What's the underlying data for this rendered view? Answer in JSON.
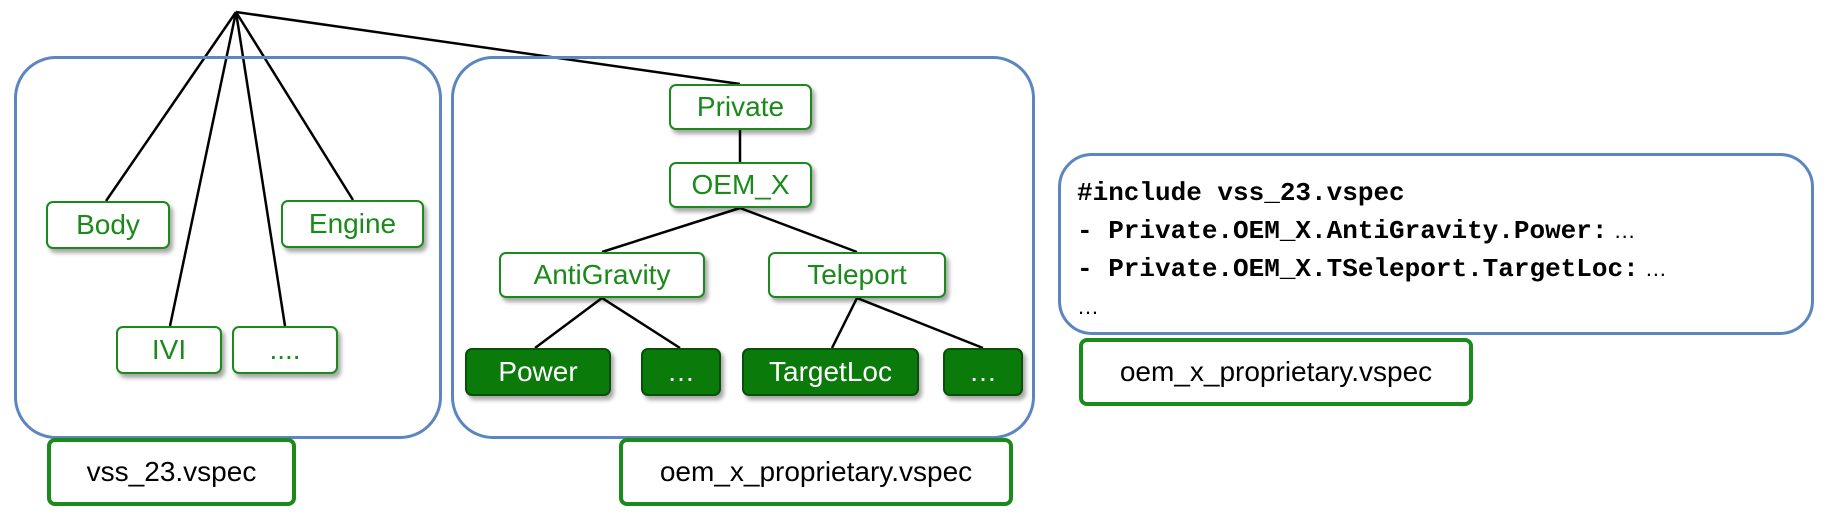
{
  "left_tree": {
    "nodes": [
      "Body",
      "Engine",
      "IVI",
      "...."
    ],
    "file_label": "vss_23.vspec"
  },
  "right_tree": {
    "private": "Private",
    "oem": "OEM_X",
    "branches": [
      "AntiGravity",
      "Teleport"
    ],
    "leaves": [
      "Power",
      "…",
      "TargetLoc",
      "…"
    ],
    "file_label": "oem_x_proprietary.vspec"
  },
  "code_block": {
    "lines": [
      {
        "code": "#include vss_23.vspec",
        "tail": ""
      },
      {
        "code": "- Private.OEM_X.AntiGravity.Power:",
        "tail": " …"
      },
      {
        "code": "- Private.OEM_X.TSeleport.TargetLoc:",
        "tail": " …"
      },
      {
        "code": "",
        "tail": "…"
      }
    ],
    "file_label": "oem_x_proprietary.vspec"
  },
  "colors": {
    "node_green": "#1a8a1a",
    "leaf_fill": "#0a7a0a",
    "panel_blue": "#5b86c0"
  }
}
